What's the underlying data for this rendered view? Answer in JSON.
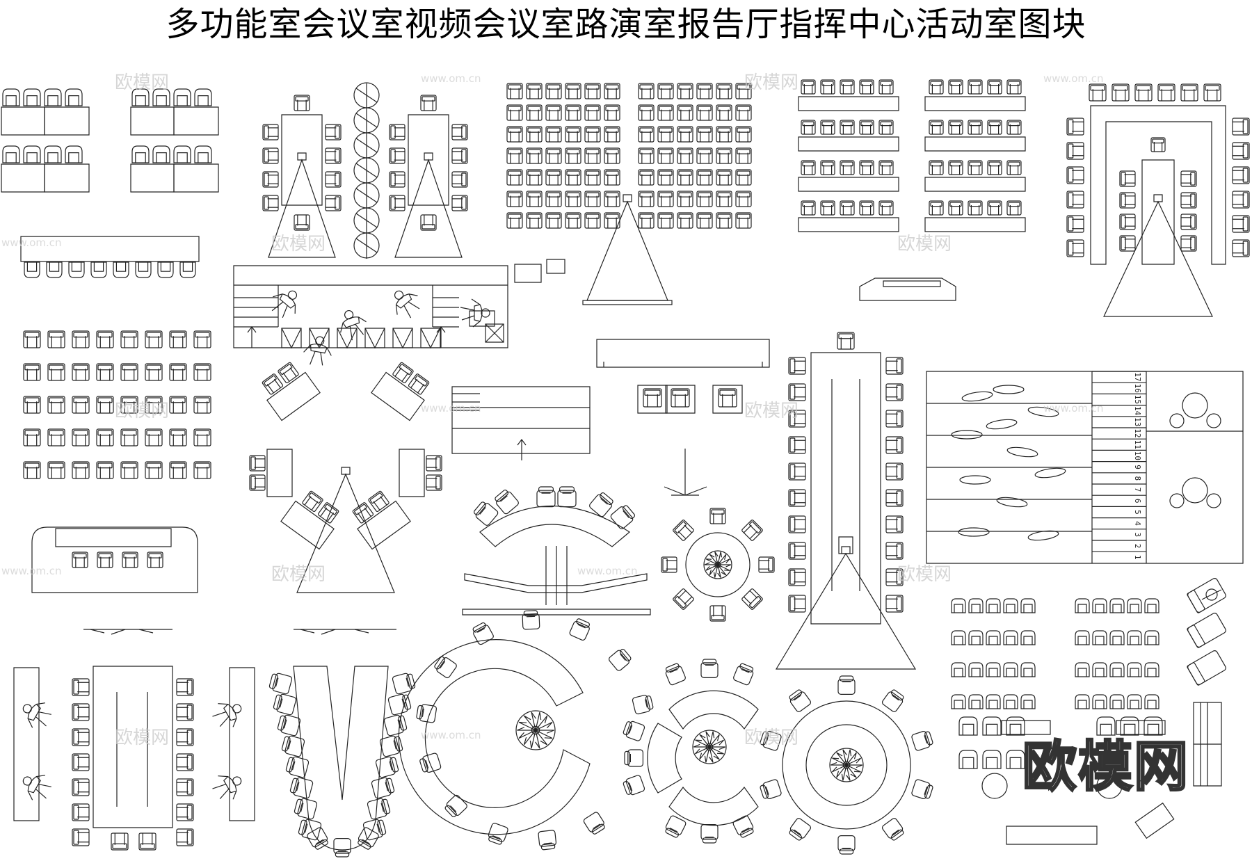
{
  "title": "多功能室会议室视频会议室路演室报告厅指挥中心活动室图块",
  "watermark_text": "欧模网",
  "watermark_url": "www.om.cn",
  "brand_logo": "欧模网",
  "seat_numbers": [
    "17",
    "16",
    "15",
    "14",
    "13",
    "12",
    "11",
    "10",
    "9",
    "8",
    "7",
    "6",
    "5",
    "4",
    "3",
    "2",
    "1"
  ],
  "colors": {
    "line": "#222222",
    "watermark": "#c9c9c9",
    "background": "#ffffff"
  }
}
